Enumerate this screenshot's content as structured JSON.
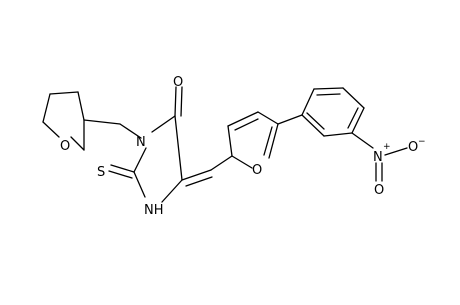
{
  "molecule": {
    "atoms": {
      "oxygen_thf": "O",
      "nitrogen_ring": "N",
      "oxygen_carbonyl": "O",
      "sulfur": "S",
      "nitrogen_nh": "NH",
      "oxygen_furan": "O",
      "nitrogen_nitro": "N",
      "nitro_n_charge": "+",
      "oxygen_nitro_double": "O",
      "oxygen_nitro_single": "O",
      "nitro_o_charge": "−"
    }
  }
}
